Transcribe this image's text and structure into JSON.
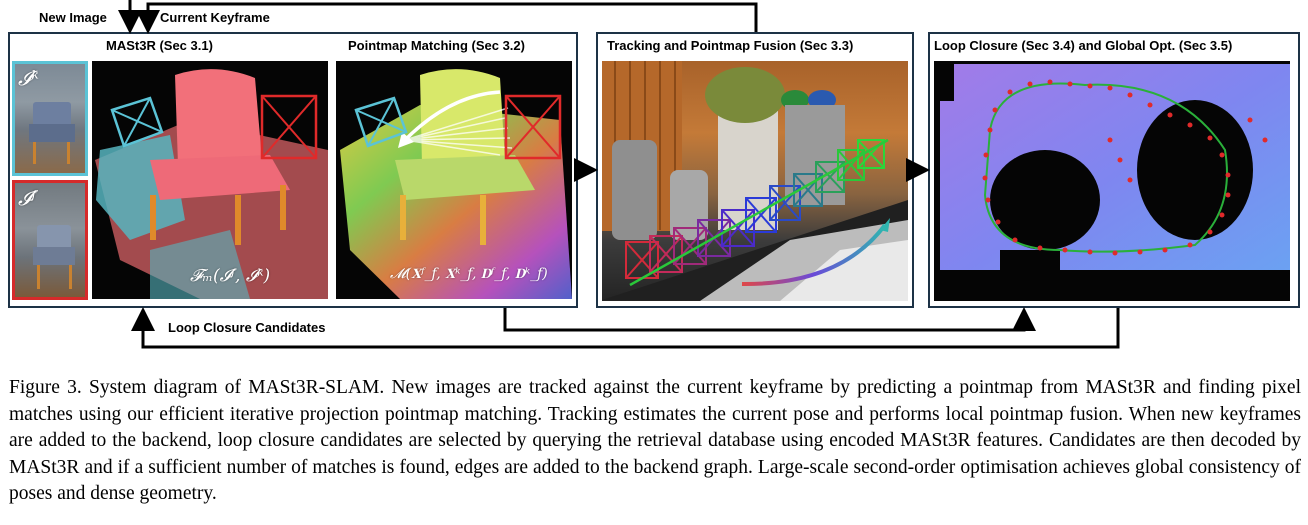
{
  "inputs": {
    "new_image": "New Image",
    "current_keyframe": "Current Keyframe"
  },
  "panels": {
    "mast3r": "MASt3R (Sec 3.1)",
    "matching": "Pointmap Matching (Sec 3.2)",
    "tracking": "Tracking and Pointmap Fusion (Sec 3.3)",
    "loop": "Loop Closure (Sec 3.4) and Global Opt. (Sec 3.5)"
  },
  "thumbs": {
    "keyframe_symbol": "𝓘ᵏ",
    "frame_symbol": "𝓘ᶠ"
  },
  "math": {
    "mast3r_formula": "𝓕ₘ(𝓘ᶠ, 𝓘ᵏ)",
    "matching_formula": "𝓜(𝐗ᶠ_f, 𝐗ᵏ_f, 𝐃ᶠ_f, 𝐃ᵏ_f)"
  },
  "feedback": {
    "loop_candidates": "Loop Closure Candidates"
  },
  "caption": "Figure 3. System diagram of MASt3R-SLAM. New images are tracked against the current keyframe by predicting a pointmap from MASt3R and finding pixel matches using our efficient iterative projection pointmap matching. Tracking estimates the current pose and performs local pointmap fusion. When new keyframes are added to the backend, loop closure candidates are selected by querying the retrieval database using encoded MASt3R features. Candidates are then decoded by MASt3R and if a sufficient number of matches is found, edges are added to the backend graph. Large-scale second-order optimisation achieves global consistency of poses and dense geometry.",
  "colors": {
    "keyframe_border": "#5bc3d6",
    "frame_border": "#d62a2a",
    "panel_border": "#1d3246",
    "arrow": "#000000"
  }
}
